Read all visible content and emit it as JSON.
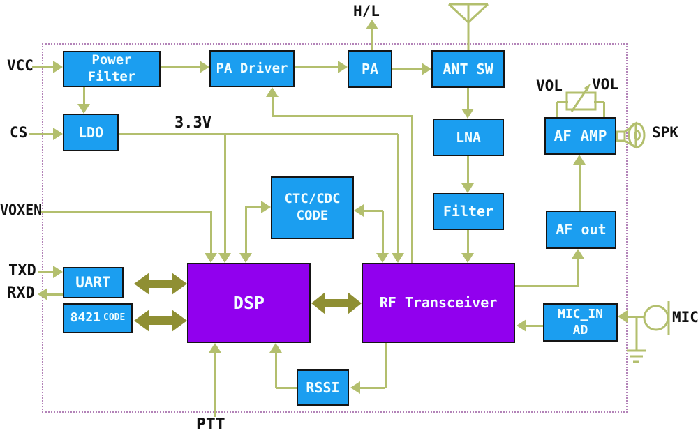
{
  "blocks": {
    "power_filter": "Power Filter",
    "pa_driver": "PA Driver",
    "pa": "PA",
    "ant_sw": "ANT SW",
    "lna": "LNA",
    "filter": "Filter",
    "ldo": "LDO",
    "ctc_cdc_line1": "CTC/CDC",
    "ctc_cdc_line2": "CODE",
    "uart": "UART",
    "code8421_num": "8421",
    "code8421_suffix": "CODE",
    "dsp": "DSP",
    "rf_transceiver": "RF Transceiver",
    "af_amp": "AF AMP",
    "af_out": "AF out",
    "mic_in_line1": "MIC_IN",
    "mic_in_line2": "AD",
    "rssi": "RSSI"
  },
  "pins": {
    "vcc": "VCC",
    "cs": "CS",
    "voxen": "VOXEN",
    "txd": "TXD",
    "rxd": "RXD",
    "ptt": "PTT",
    "hl": "H/L",
    "vol_left": "VOL",
    "vol_right": "VOL",
    "spk": "SPK",
    "mic": "MIC"
  },
  "nets": {
    "v33": "3.3V"
  },
  "icons": {
    "antenna": "antenna-icon",
    "speaker": "speaker-icon",
    "microphone": "microphone-icon",
    "ground": "ground-icon",
    "potentiometer": "potentiometer-icon"
  },
  "colors": {
    "block_fill": "#1b9ef0",
    "chip_fill": "#9100ee",
    "wire": "#b3bf6e",
    "bus_arrow": "#8f8f33",
    "frame_dots": "#b383b8",
    "label_text": "#111111",
    "box_text": "#f2feff"
  }
}
